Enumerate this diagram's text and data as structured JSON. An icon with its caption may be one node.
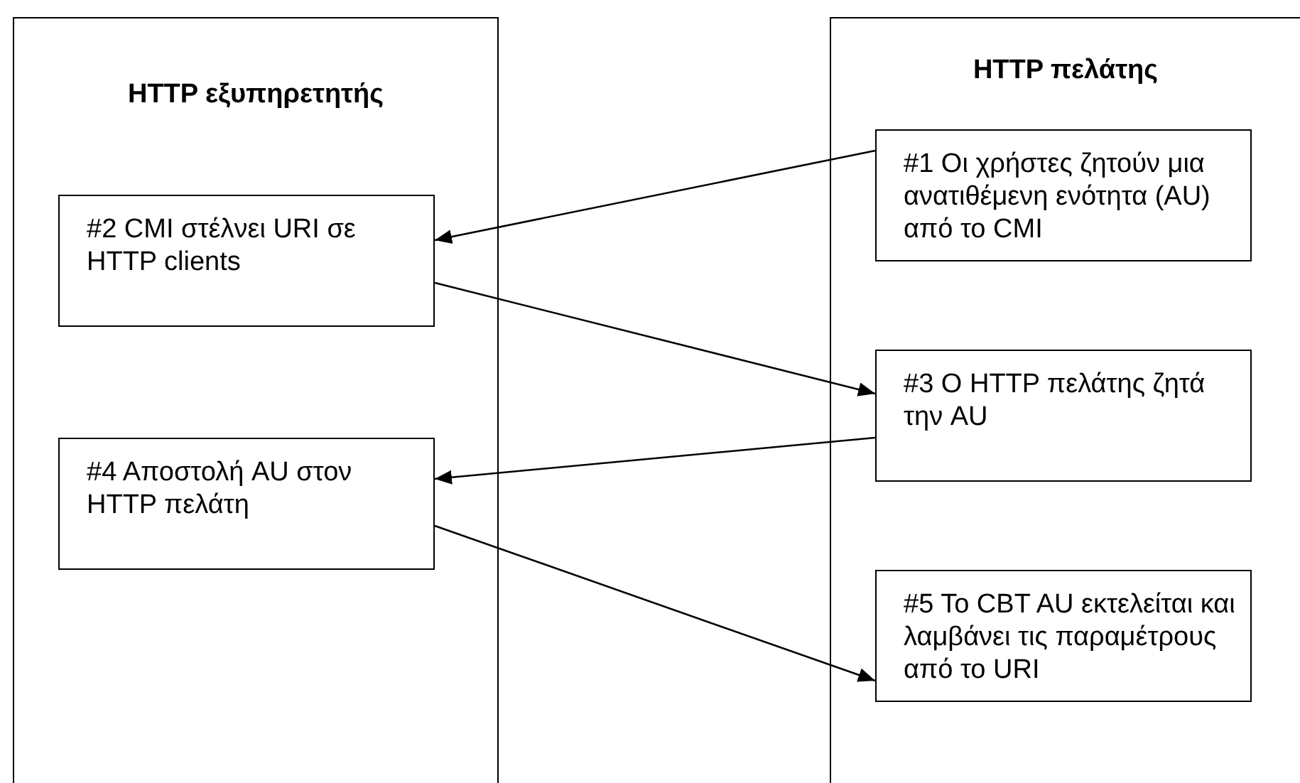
{
  "diagram": {
    "nodes": [
      {
        "text": [
          "HTTP εξυπηρετητής"
        ]
      },
      {
        "text": [
          "#2 CMI στέλνει URI σε HTTP clients"
        ],
        "in": 0
      },
      {
        "text": [
          "#4 Αποστολή AU στον HTTP πελάτη"
        ],
        "in": 0
      },
      {
        "text": [
          "HTTP πελάτης"
        ]
      },
      {
        "text": [
          "#1 Οι χρήστες ζητούν μια ανατιθέμενη ενότητα (AU) από το CMI"
        ],
        "in": 3
      },
      {
        "text": [
          "#3 Ο HTTP πελάτης ζητά την AU"
        ],
        "in": 3
      },
      {
        "text": [
          "#5 Το CBT AU εκτελείται και λαμβάνει τις παραμέτρους από το URI"
        ],
        "in": 3
      }
    ],
    "edges": [
      {
        "from": 4,
        "to": 1,
        "arrow": "to"
      },
      {
        "from": 1,
        "to": 5,
        "arrow": "to"
      },
      {
        "from": 5,
        "to": 2,
        "arrow": "to"
      },
      {
        "from": 2,
        "to": 6,
        "arrow": "to"
      }
    ]
  }
}
